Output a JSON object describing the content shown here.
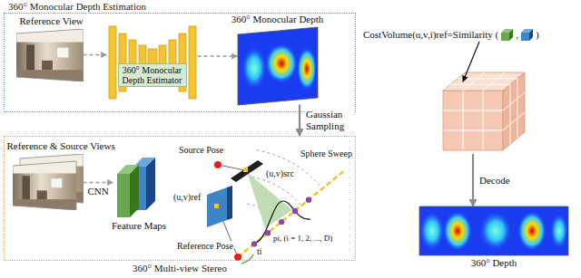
{
  "diagram": {
    "nodes": [
      {
        "text": [
          "360° Monocular Depth Estimation"
        ]
      },
      {
        "text": [
          "Reference View"
        ],
        "in": 0
      },
      {
        "text": [
          "360° Monocular Depth Estimator"
        ],
        "in": 0
      },
      {
        "text": [
          "360° Monocular Depth"
        ],
        "in": 0
      },
      {
        "text": [
          "360° Multi-view Stereo"
        ]
      },
      {
        "text": [
          "Reference & Source Views"
        ],
        "in": 4
      },
      {
        "text": [
          "Feature Maps"
        ],
        "in": 4
      },
      {
        "text": [
          "CostVolume(u,v,i)ref=Similarity (",
          ",",
          ")"
        ]
      },
      {
        "text": [
          "360° Depth"
        ]
      }
    ],
    "edges": [
      {
        "from": 1,
        "to": 2,
        "arrow": "to"
      },
      {
        "from": 2,
        "to": 3,
        "arrow": "to"
      },
      {
        "from": 3,
        "to": 4,
        "label": "Gaussian Sampling",
        "arrow": "to"
      },
      {
        "from": 5,
        "to": 6,
        "label": "CNN",
        "arrow": "to"
      },
      {
        "from": 7,
        "to": 8,
        "label": "Decode",
        "arrow": "to"
      }
    ],
    "labels": [
      "Source Pose",
      "(u,v)src",
      "Sphere Sweep",
      "(u,v)ref",
      "pi, (i = 1, 2, ..., D)",
      "Reference Pose",
      "ti"
    ]
  }
}
